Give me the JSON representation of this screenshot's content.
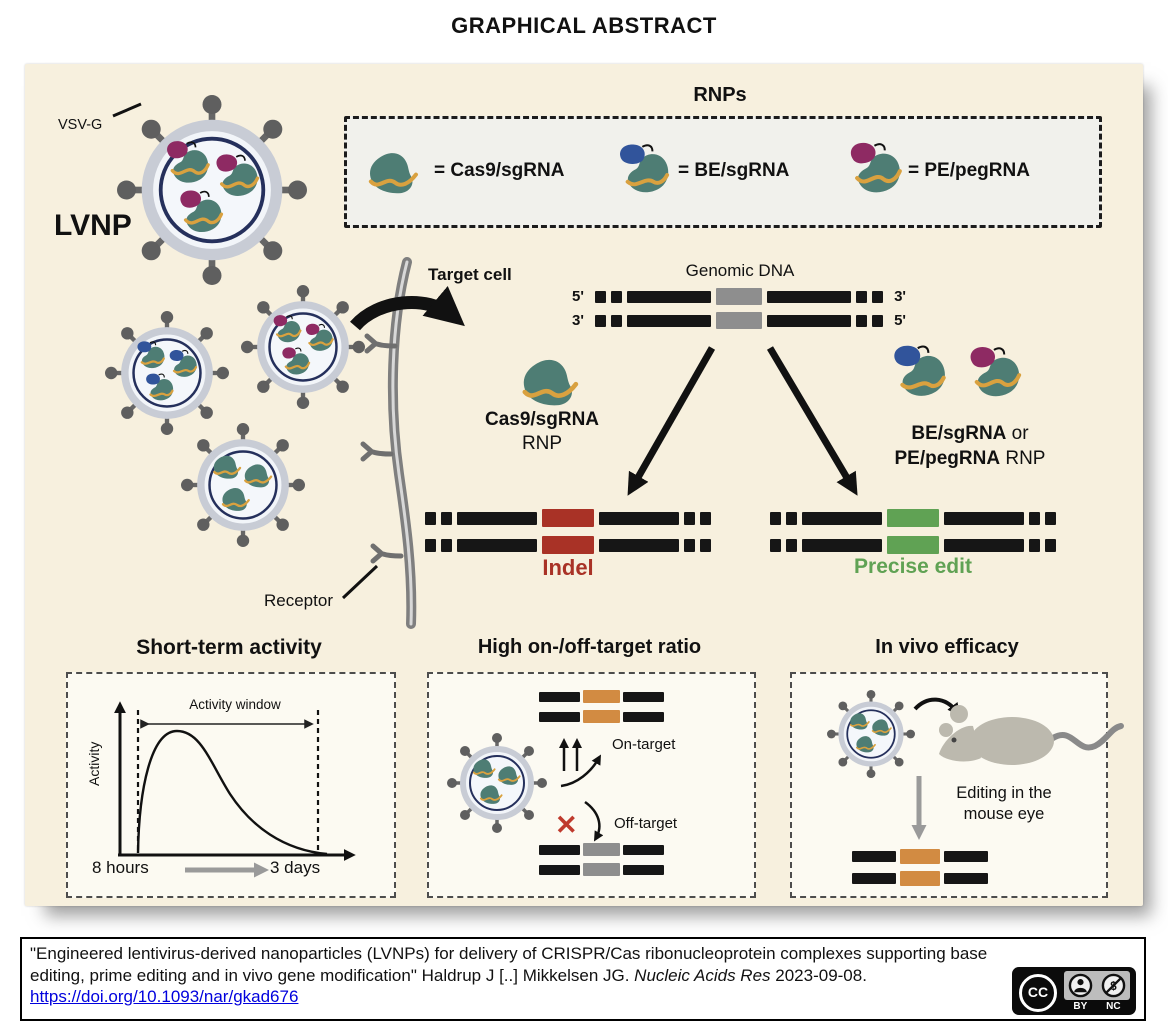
{
  "title": "GRAPHICAL ABSTRACT",
  "colors": {
    "panel_bg": "#f7f0de",
    "legend_bg": "#f1f1ec",
    "subpanel_bg": "#fcfaf2",
    "teal": "#4e7d74",
    "orange_rna": "#d9a13f",
    "blue_be": "#31549b",
    "magenta_pe": "#8e2a63",
    "red_indel": "#a93226",
    "green_precise": "#60a254",
    "dna_black": "#161616",
    "dna_gray": "#8e8e8e",
    "dna_orange": "#d28b42",
    "membrane_gray": "#7f7f7f",
    "virus_ring": "#c8ccd5",
    "virus_navy": "#25305c",
    "spike_gray": "#5f5f5f",
    "mouse_gray": "#bcb9ae"
  },
  "lvnp": {
    "vsvg_label": "VSV-G",
    "lvnp_label": "LVNP"
  },
  "rnps": {
    "title": "RNPs",
    "items": [
      {
        "label": "= Cas9/sgRNA"
      },
      {
        "label": "= BE/sgRNA"
      },
      {
        "label": "= PE/pegRNA"
      }
    ]
  },
  "pathway": {
    "target_cell": "Target cell",
    "genomic_dna": "Genomic DNA",
    "strand_ends": {
      "top_left": "5'",
      "top_right": "3'",
      "bottom_left": "3'",
      "bottom_right": "5'"
    },
    "cas9_bold": "Cas9/sgRNA",
    "cas9_rest": "RNP",
    "bepe1_bold": "BE/sgRNA",
    "bepe1_rest": " or",
    "bepe2_bold": "PE/pegRNA",
    "bepe2_rest": " RNP",
    "indel": "Indel",
    "precise": "Precise edit",
    "receptor": "Receptor"
  },
  "panels": {
    "short_term": {
      "title": "Short-term activity",
      "activity_window": "Activity window",
      "y_axis": "Activity",
      "x_start": "8 hours",
      "x_end": "3 days"
    },
    "on_off": {
      "title": "High on-/off-target ratio",
      "on_target": "On-target",
      "off_target": "Off-target",
      "x_mark": "✕"
    },
    "in_vivo": {
      "title": "In vivo efficacy",
      "caption1": "Editing in the",
      "caption2": "mouse eye"
    }
  },
  "footer": {
    "line1": "\"Engineered lentivirus-derived nanoparticles (LVNPs) for delivery of CRISPR/Cas ribonucleoprotein complexes supporting base",
    "line2a": "editing, prime editing and in vivo gene modification\" Haldrup J [..] Mikkelsen JG. ",
    "journal": "Nucleic Acids Res",
    "line2b": " 2023-09-08.",
    "doi": "https://doi.org/10.1093/nar/gkad676",
    "cc": "CC",
    "by": "BY",
    "nc": "NC"
  }
}
